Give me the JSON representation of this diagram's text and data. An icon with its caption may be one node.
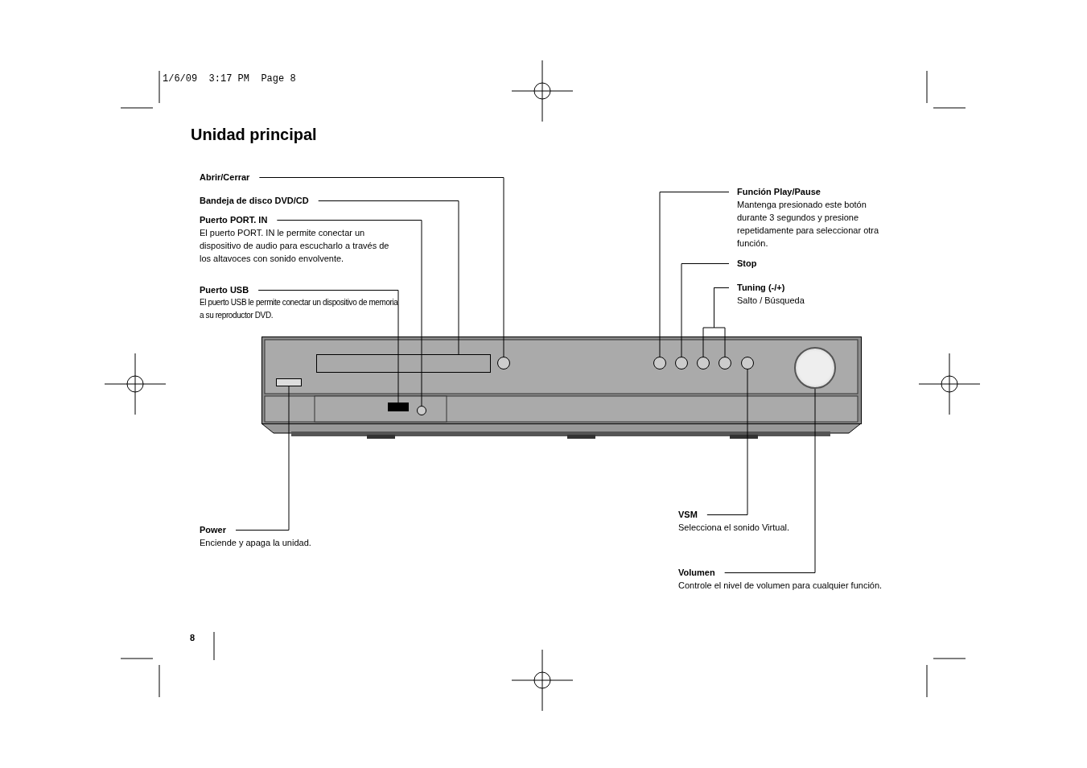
{
  "diagram": {
    "title": "Unidad principal",
    "nodes": [
      {
        "text": [
          "Abrir/Cerrar"
        ]
      },
      {
        "text": [
          "Bandeja de disco DVD/CD"
        ]
      },
      {
        "text": [
          "Puerto PORT. IN",
          "El puerto PORT. IN le permite conectar un dispositivo de audio para escucharlo a través de los altavoces con sonido envolvente."
        ]
      },
      {
        "text": [
          "Puerto USB",
          "El puerto USB le permite conectar un dispositivo de memoria a su reproductor DVD."
        ]
      },
      {
        "text": [
          "Power",
          "Enciende y apaga la unidad."
        ]
      },
      {
        "text": [
          "Función Play/Pause",
          "Mantenga presionado este botón durante 3 segundos y presione repetidamente para seleccionar otra función."
        ]
      },
      {
        "text": [
          "Stop"
        ]
      },
      {
        "text": [
          "Tuning (-/+)",
          "Salto / Búsqueda"
        ]
      },
      {
        "text": [
          "VSM",
          "Selecciona el sonido Virtual."
        ]
      },
      {
        "text": [
          "Volumen",
          "Controle el nivel de volumen para cualquier función."
        ]
      },
      {
        "text": [],
        "shape": "box"
      },
      {
        "text": [],
        "shape": "circle",
        "in": 10
      },
      {
        "text": [],
        "shape": "box",
        "in": 10
      },
      {
        "text": [],
        "shape": "circle",
        "in": 10
      },
      {
        "text": [],
        "shape": "box",
        "in": 10
      },
      {
        "text": [],
        "shape": "box",
        "in": 10
      },
      {
        "text": [],
        "shape": "circle",
        "in": 10
      },
      {
        "text": [],
        "shape": "circle",
        "in": 10
      },
      {
        "text": [],
        "shape": "circle",
        "in": 10
      },
      {
        "text": [],
        "shape": "circle",
        "in": 10
      },
      {
        "text": [],
        "shape": "circle",
        "in": 10
      },
      {
        "text": [],
        "shape": "circle",
        "in": 10
      }
    ],
    "edges": [
      {
        "from": 0,
        "to": 11,
        "arrow": "none"
      },
      {
        "from": 1,
        "to": 12,
        "arrow": "none"
      },
      {
        "from": 2,
        "to": 13,
        "arrow": "none"
      },
      {
        "from": 3,
        "to": 14,
        "arrow": "none"
      },
      {
        "from": 4,
        "to": 15,
        "arrow": "none"
      },
      {
        "from": 5,
        "to": 16,
        "arrow": "none"
      },
      {
        "from": 6,
        "to": 17,
        "arrow": "none"
      },
      {
        "from": 7,
        "to": 18,
        "arrow": "none"
      },
      {
        "from": 7,
        "to": 19,
        "arrow": "none"
      },
      {
        "from": 8,
        "to": 20,
        "arrow": "none"
      },
      {
        "from": 9,
        "to": 21,
        "arrow": "none"
      }
    ],
    "labels": [
      "1/6/09  3:17 PM  Page 8",
      "8"
    ]
  }
}
